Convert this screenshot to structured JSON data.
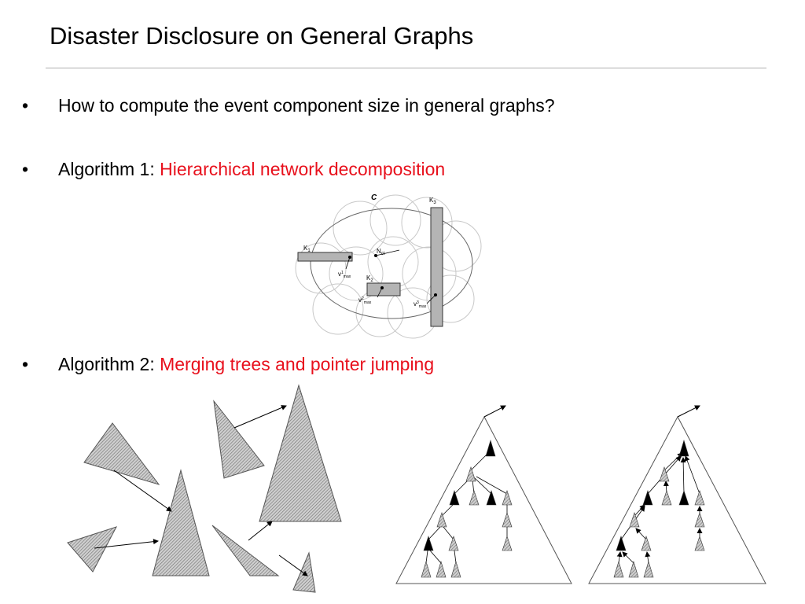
{
  "slide": {
    "title": "Disaster Disclosure on General Graphs",
    "bullets": [
      {
        "glyph": "•",
        "text": "How to compute the event component size in general graphs?",
        "highlight": ""
      },
      {
        "glyph": "•",
        "text": "Algorithm 1: ",
        "highlight": "Hierarchical network decomposition"
      },
      {
        "glyph": "•",
        "text": "Algorithm 2: ",
        "highlight": "Merging trees and pointer jumping"
      }
    ],
    "accent_color": "#e8101c"
  },
  "figure1": {
    "labels": {
      "c": "C",
      "k1": "K",
      "k1_sub": "1",
      "k2": "K",
      "k2_sub": "2",
      "k3": "K",
      "k3_sub": "3",
      "n": "N",
      "n_sub": "ct",
      "v1": "v",
      "v1_sup": "1",
      "v2": "v",
      "v2_sup": "2",
      "v3": "v",
      "v3_sup": "3",
      "max": "max"
    }
  }
}
